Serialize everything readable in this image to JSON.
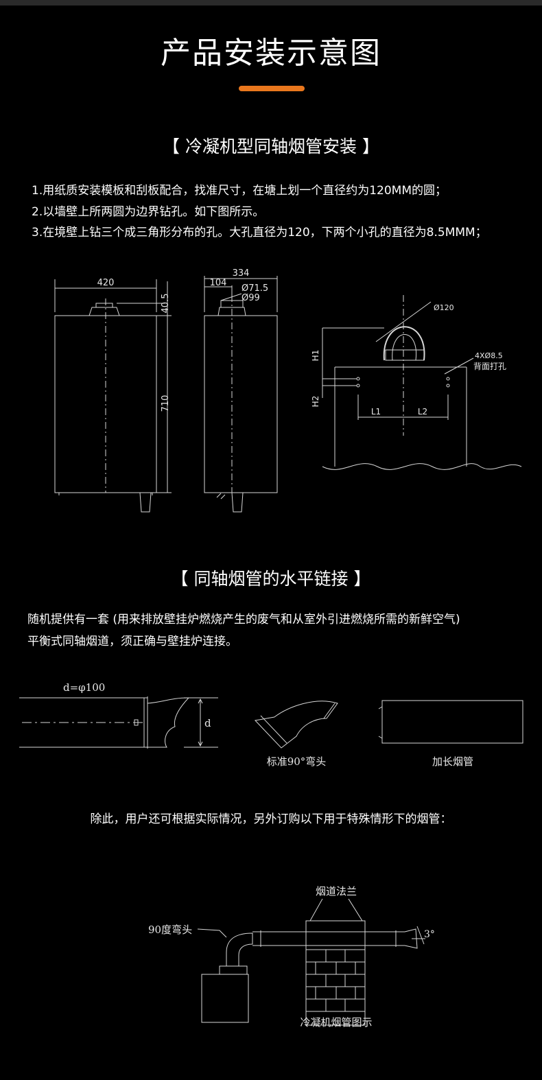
{
  "page_title": "产品安装示意图",
  "section1": {
    "heading": "【 冷凝机型同轴烟管安装 】",
    "lines": [
      "1.用纸质安装模板和刮板配合，找准尺寸，在塘上划一个直径约为120MM的圆；",
      "2.以墙壁上所两圆为边界钻孔。如下图所示。",
      "3.在境壁上钻三个成三角形分布的孔。大孔直径为120，下两个小孔的直径为8.5MMM；"
    ],
    "diagram": {
      "front_width": "420",
      "front_top_offset": "40.5",
      "front_height": "710",
      "side_depth": "334",
      "side_offset": "104",
      "pipe_inner": "Ø71.5",
      "pipe_outer": "Ø99",
      "hole_large": "Ø120",
      "hole_small": "4XØ8.5",
      "back_drill": "背面打孔",
      "h1": "H1",
      "h2": "H2",
      "l1": "L1",
      "l2": "L2"
    }
  },
  "section2": {
    "heading": "【 同轴烟管的水平链接 】",
    "lines": [
      "随机提供有一套 (用来排放壁挂炉燃烧产生的废气和从室外引进燃烧所需的新鲜空气)",
      "平衡式同轴烟道，须正确与壁挂炉连接。"
    ],
    "pipe_diameter": "d=φ100",
    "pipe_d": "d",
    "elbow_caption": "标准90°弯头",
    "extension_caption": "加长烟管"
  },
  "note": "除此，用户还可根据实际情况，另外订购以下用于特殊情形下的烟管：",
  "section3": {
    "flange_label": "烟道法兰",
    "elbow_label": "90度弯头",
    "angle_label": "3°",
    "caption": "冷凝机烟管图示"
  },
  "colors": {
    "accent": "#e9771d",
    "background": "#000000",
    "text": "#ffffff"
  }
}
